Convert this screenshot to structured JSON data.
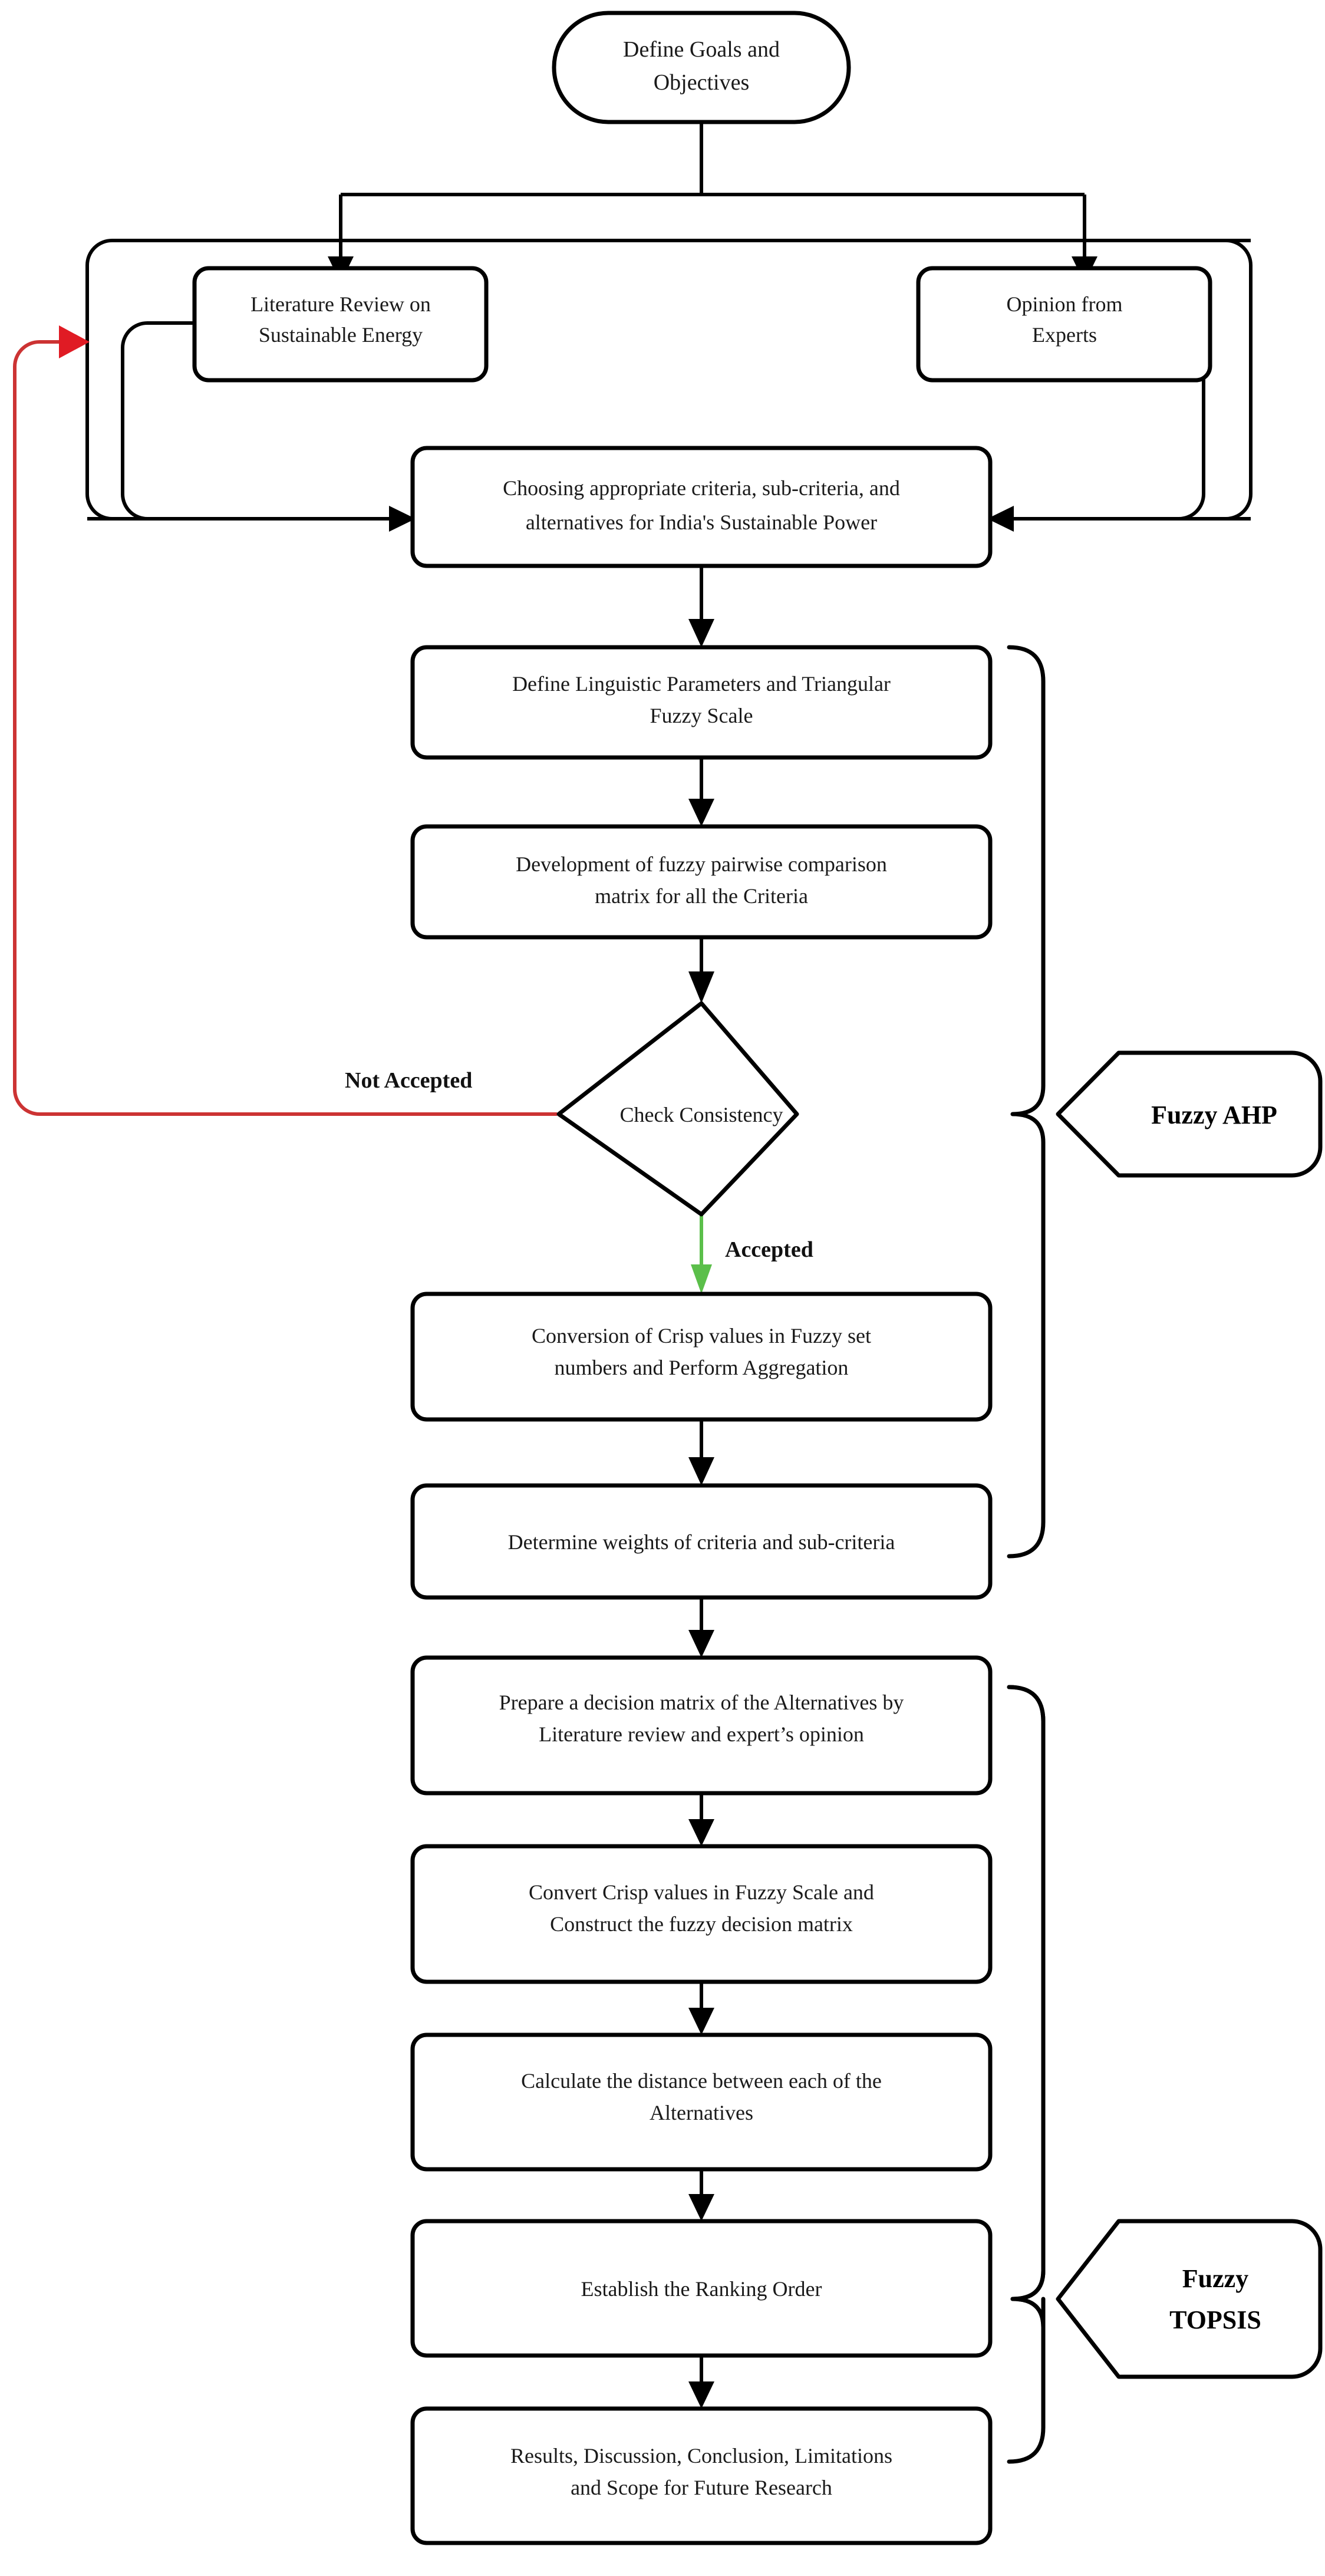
{
  "diagram": {
    "title": "Fuzzy AHP and Fuzzy TOPSIS research methodology flowchart",
    "nodes": {
      "start": {
        "line1": "Define Goals and",
        "line2": "Objectives"
      },
      "lit_review": {
        "line1": "Literature Review on",
        "line2": "Sustainable Energy"
      },
      "experts": {
        "line1": "Opinion from",
        "line2": "Experts"
      },
      "choose_criteria": {
        "line1": "Choosing appropriate criteria, sub-criteria, and",
        "line2": "alternatives for India's Sustainable Power"
      },
      "linguistic": {
        "line1": "Define Linguistic Parameters and Triangular",
        "line2": "Fuzzy Scale"
      },
      "pairwise": {
        "line1": "Development of fuzzy pairwise comparison",
        "line2": "matrix for all the Criteria"
      },
      "check_consistency": {
        "line1": "Check Consistency"
      },
      "conversion": {
        "line1": "Conversion of Crisp values in Fuzzy set",
        "line2": "numbers and Perform Aggregation"
      },
      "weights": {
        "line1": "Determine weights of criteria and sub-criteria"
      },
      "decision_matrix": {
        "line1": "Prepare a decision matrix of the Alternatives by",
        "line2": "Literature review and expert’s opinion"
      },
      "fuzzy_matrix": {
        "line1": "Convert Crisp values in Fuzzy Scale and",
        "line2": "Construct the fuzzy decision matrix"
      },
      "distance": {
        "line1": "Calculate the distance between each of the",
        "line2": "Alternatives"
      },
      "ranking": {
        "line1": "Establish the Ranking Order"
      },
      "results": {
        "line1": "Results, Discussion, Conclusion, Limitations",
        "line2": "and Scope for Future Research"
      }
    },
    "edge_labels": {
      "not_accepted": "Not Accepted",
      "accepted": "Accepted"
    },
    "callouts": {
      "ahp": {
        "line1": "Fuzzy AHP"
      },
      "topsis": {
        "line1": "Fuzzy",
        "line2": "TOPSIS"
      }
    },
    "colors": {
      "stroke": "#000000",
      "reject_path": "#cc3333",
      "reject_arrow": "#e01b24",
      "accept_path": "#5bbf4a",
      "background": "#ffffff",
      "text": "#1a1a1a"
    }
  }
}
